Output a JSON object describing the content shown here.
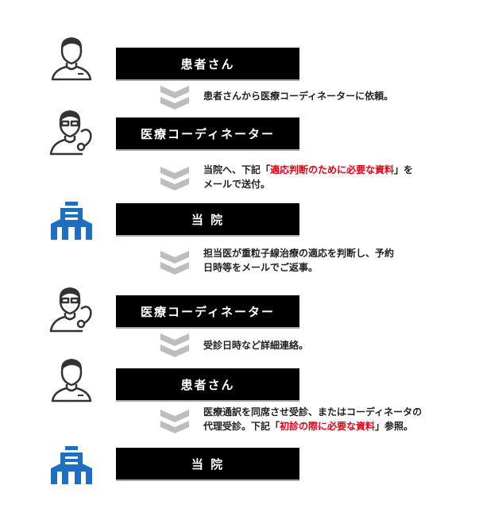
{
  "colors": {
    "bar_bg": "#000000",
    "bar_text": "#ffffff",
    "hospital_icon": "#1f6fc0",
    "person_icon": "#333333",
    "chevron": "#bdbdbd",
    "highlight": "#e60012",
    "text": "#222222"
  },
  "steps": [
    {
      "icon": "patient-icon",
      "label": "患者さん"
    },
    {
      "icon": "coordinator-icon",
      "label": "医療コーディネーター"
    },
    {
      "icon": "hospital-icon",
      "label": "当 院"
    },
    {
      "icon": "coordinator-icon",
      "label": "医療コーディネーター"
    },
    {
      "icon": "patient-icon",
      "label": "患者さん"
    },
    {
      "icon": "hospital-icon",
      "label": "当 院"
    }
  ],
  "transitions": [
    {
      "icon": "double-chevron-down-icon",
      "line1_pre": "患者さんから医療コーディネーターに依頼。"
    },
    {
      "icon": "double-chevron-down-icon",
      "line1_pre": "当院へ、下記「",
      "line1_hl": "適応判断のために必要な資料",
      "line1_post": "」を",
      "line2": "メールで送付。"
    },
    {
      "icon": "double-chevron-down-icon",
      "line1_pre": "担当医が重粒子線治療の適応を判断し、予約",
      "line2": "日時等をメールでご返事。"
    },
    {
      "icon": "double-chevron-down-icon",
      "line1_pre": "受診日時など詳細連絡。"
    },
    {
      "icon": "double-chevron-down-icon",
      "line1_pre": "医療通訳を同席させ受診、またはコーディネータの",
      "line2_pre": "代理受診。下記「",
      "line2_hl": "初診の際に必要な資料",
      "line2_post": "」参照。"
    }
  ]
}
